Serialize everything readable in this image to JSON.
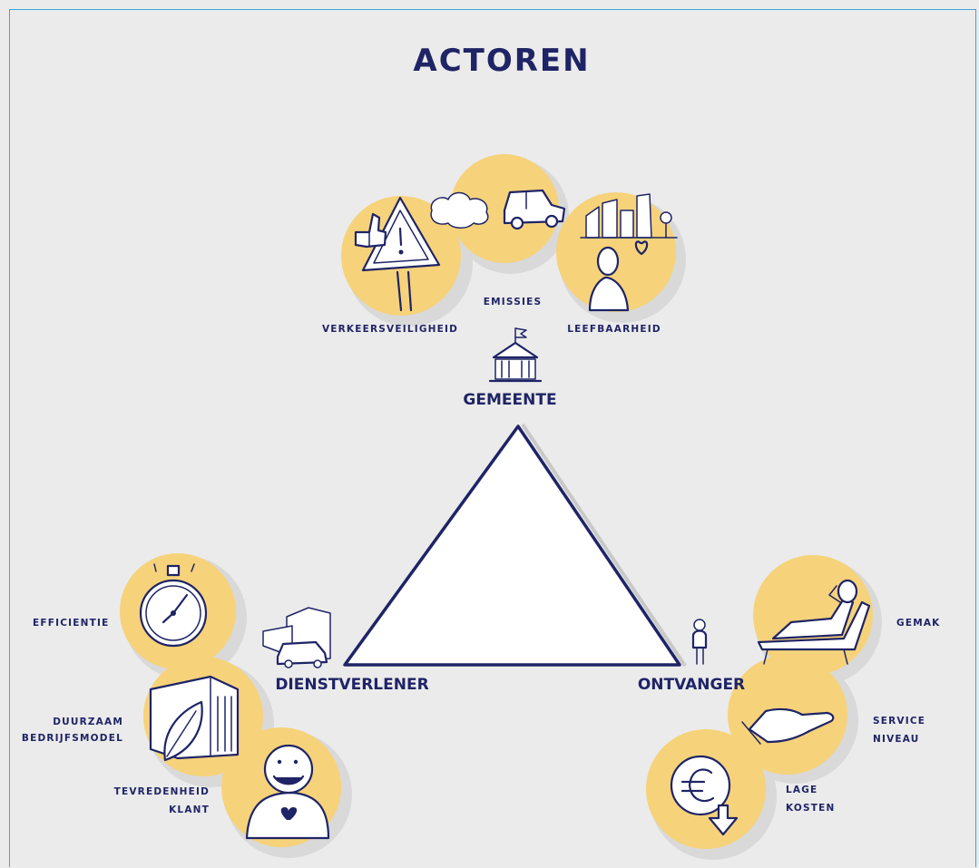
{
  "title": "ACTOREN",
  "colors": {
    "background": "#ebebeb",
    "ink": "#1f2466",
    "circle": "#f6d27a",
    "shadow": "#d9d9d9",
    "frame": "#3aa7d9"
  },
  "actors": {
    "gemeente": {
      "name": "GEMEENTE",
      "icon": "town-hall-icon",
      "values": [
        "VERKEERSVEILIGHEID",
        "EMISSIES",
        "LEEFBAARHEID"
      ]
    },
    "dienstverlener": {
      "name": "DIENSTVERLENER",
      "icon": "warehouse-van-icon",
      "values": [
        "EFFICIENTIE",
        "DUURZAAM",
        "BEDRIJFSMODEL",
        "TEVREDENHEID",
        "KLANT"
      ]
    },
    "ontvanger": {
      "name": "ONTVANGER",
      "icon": "person-icon",
      "values": [
        "GEMAK",
        "SERVICE",
        "NIVEAU",
        "LAGE",
        "KOSTEN"
      ]
    }
  },
  "icons": [
    "warning-sign-icon",
    "thumbs-up-icon",
    "car-exhaust-icon",
    "city-person-heart-icon",
    "stopwatch-icon",
    "leaf-building-icon",
    "happy-person-icon",
    "reclining-chair-icon",
    "open-hand-icon",
    "euro-coin-icon"
  ]
}
